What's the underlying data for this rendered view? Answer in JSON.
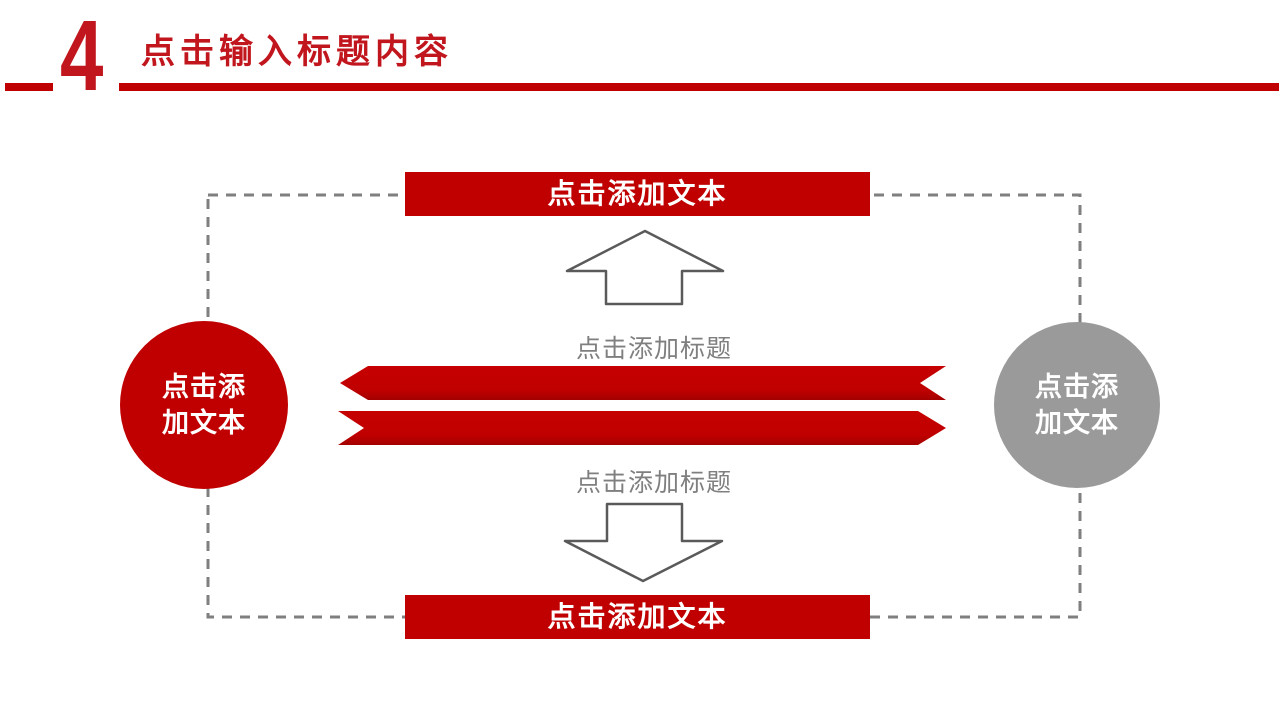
{
  "slide": {
    "background": "#ffffff",
    "colors": {
      "accent_red": "#c00000",
      "header_red": "#c1161d",
      "circle_gray": "#9a9a9a",
      "caption_gray": "#7f7f7f",
      "arrow_outline_gray": "#5a5a5a",
      "dash_border_gray": "#7f7f7f",
      "placeholder_text": "#ffffff"
    }
  },
  "header": {
    "number": "4",
    "title": "点击输入标题内容"
  },
  "diagram": {
    "top_bar": {
      "label": "点击添加文本"
    },
    "bottom_bar": {
      "label": "点击添加文本"
    },
    "left_circle": {
      "line1": "点击添",
      "line2": "加文本"
    },
    "right_circle": {
      "line1": "点击添",
      "line2": "加文本"
    },
    "captions": {
      "top": "点击添加标题",
      "bottom": "点击添加标题"
    },
    "icons": {
      "up_arrow": "hollow-up-arrow-icon",
      "down_arrow": "hollow-down-arrow-icon",
      "left_ribbon": "left-pointing-ribbon-arrow-icon",
      "right_ribbon": "right-pointing-ribbon-arrow-icon",
      "dashed_frame": "dashed-rectangle-frame"
    }
  }
}
